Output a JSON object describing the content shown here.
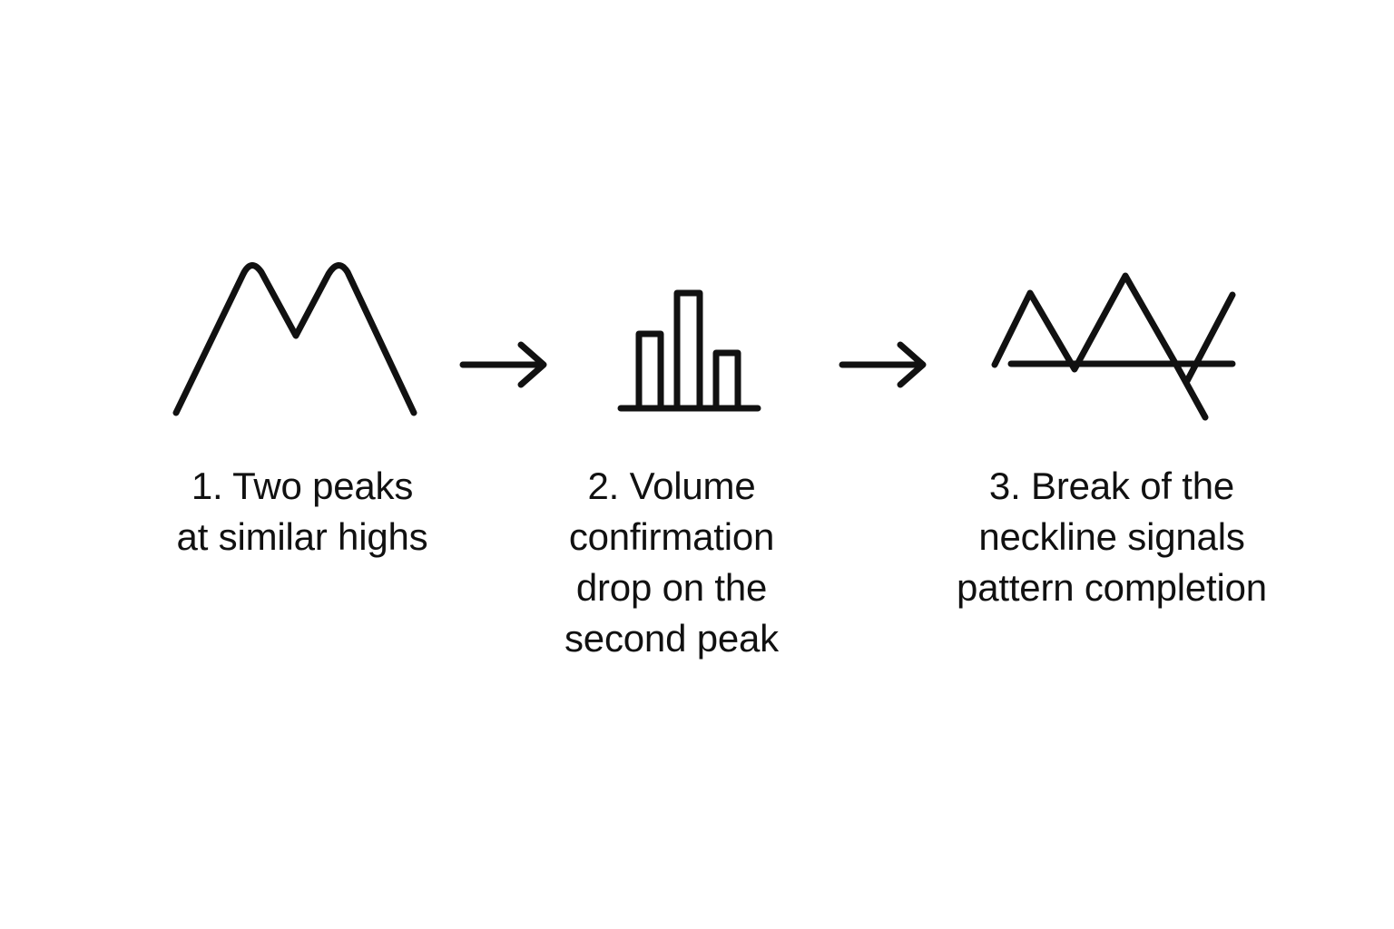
{
  "diagram": {
    "steps": [
      {
        "icon": "double-peak-icon",
        "lines": [
          "1. Two peaks",
          "at similar highs"
        ]
      },
      {
        "icon": "volume-bars-icon",
        "lines": [
          "2. Volume",
          "confirmation",
          "drop on the",
          "second peak"
        ]
      },
      {
        "icon": "neckline-break-icon",
        "lines": [
          "3. Break of the",
          "neckline signals",
          "pattern completion"
        ]
      }
    ],
    "connectors": [
      "arrow-right-icon",
      "arrow-right-icon"
    ],
    "colors": {
      "ink": "#111111",
      "background": "#ffffff"
    }
  }
}
